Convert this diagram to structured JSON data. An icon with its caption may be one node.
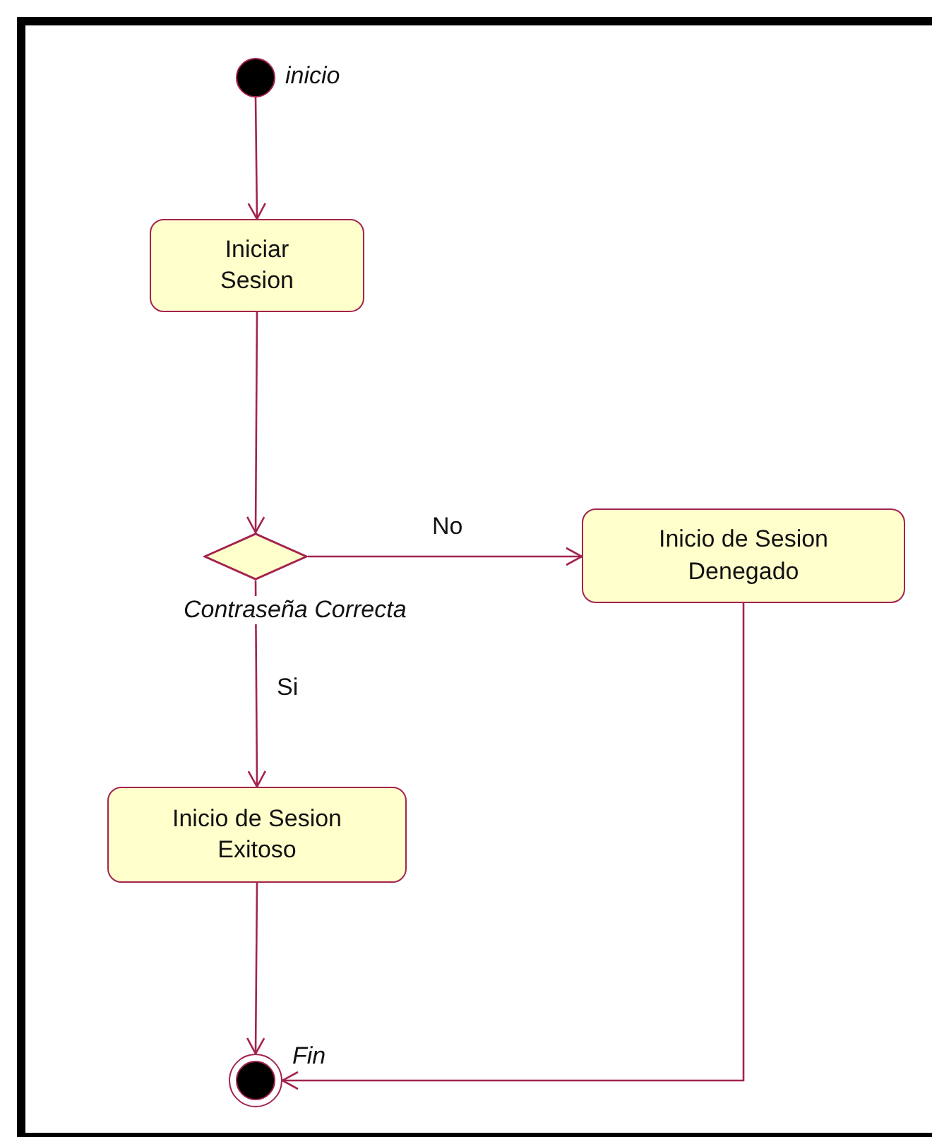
{
  "diagram": {
    "nodes": [
      {
        "text": [],
        "shape": "circle",
        "beside": [
          "inicio"
        ]
      },
      {
        "text": [
          "Iniciar Sesion"
        ]
      },
      {
        "text": [
          "Contraseña Correcta"
        ]
      },
      {
        "text": [
          "Inicio de Sesion Denegado"
        ]
      },
      {
        "text": [
          "Inicio de Sesion Exitoso"
        ]
      },
      {
        "text": [],
        "shape": "circle",
        "beside": [
          "Fin"
        ]
      }
    ],
    "edges": [
      {
        "from": 0,
        "to": 1,
        "arrow": "to"
      },
      {
        "from": 1,
        "to": 2,
        "arrow": "to"
      },
      {
        "from": 2,
        "to": 3,
        "arrow": "to",
        "label": "No"
      },
      {
        "from": 2,
        "to": 4,
        "arrow": "to",
        "label": "Si"
      },
      {
        "from": 4,
        "to": 5,
        "arrow": "to"
      },
      {
        "from": 3,
        "to": 5,
        "arrow": "to"
      }
    ]
  }
}
